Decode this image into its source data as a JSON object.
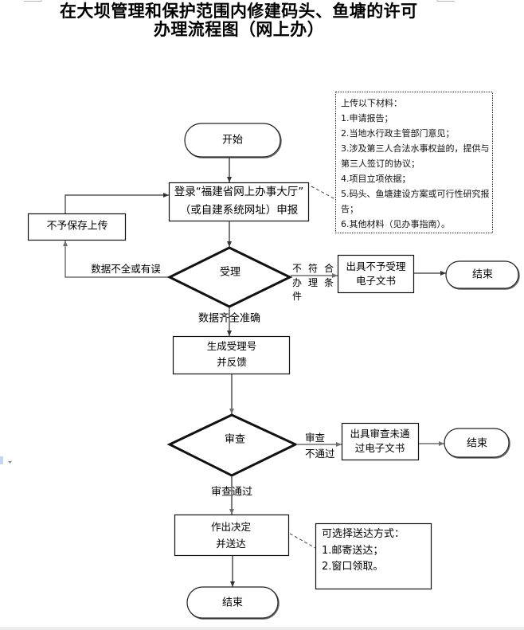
{
  "title": {
    "line1": "在大坝管理和保护范围内修建码头、鱼塘的许可",
    "line2": "办理流程图（网上办）"
  },
  "nodes": {
    "start": "开始",
    "login": {
      "line1": "登录“福建省网上办事大厅”",
      "line2": "（或自建系统网址）申报"
    },
    "not_saved": "不予保存上传",
    "acceptance": "受理",
    "rejection_document": {
      "line1": "出具不予受理",
      "line2": "电子文书"
    },
    "end_after_rejection": "结束",
    "acceptance_number": {
      "line1": "生成受理号",
      "line2": "并反馈"
    },
    "review": "审查",
    "review_failed_document": {
      "line1": "出具审查未通",
      "line2": "过电子文书"
    },
    "end_after_review_failed": "结束",
    "decision": {
      "line1": "作出决定",
      "line2": "并送达"
    },
    "end": "结束"
  },
  "edge_labels": {
    "data_incomplete": "数据不全或有误",
    "not_qualified": "不符合办理条件",
    "data_complete": "数据齐全准确",
    "review_failed": {
      "line1": "审查",
      "line2": "不通过"
    },
    "review_passed": "审查通过"
  },
  "notes": {
    "materials": {
      "heading": "上传以下材料：",
      "items": [
        "1.申请报告；",
        "2.当地水行政主管部门意见；",
        "3.涉及第三人合法水事权益的，提供与第三人签订的协议；",
        "4.项目立项依据；",
        "5.码头、鱼塘建设方案或可行性研究报告；",
        "6.其他材料（见办事指南）。"
      ]
    },
    "delivery": {
      "heading": "可选择送达方式：",
      "items": [
        "1.邮寄送达；",
        "2.窗口领取。"
      ]
    }
  },
  "colors": {
    "line": "#333333",
    "line_light": "#7a7a7a",
    "border": "#111111",
    "page_bottom_bar": "#ededed"
  }
}
